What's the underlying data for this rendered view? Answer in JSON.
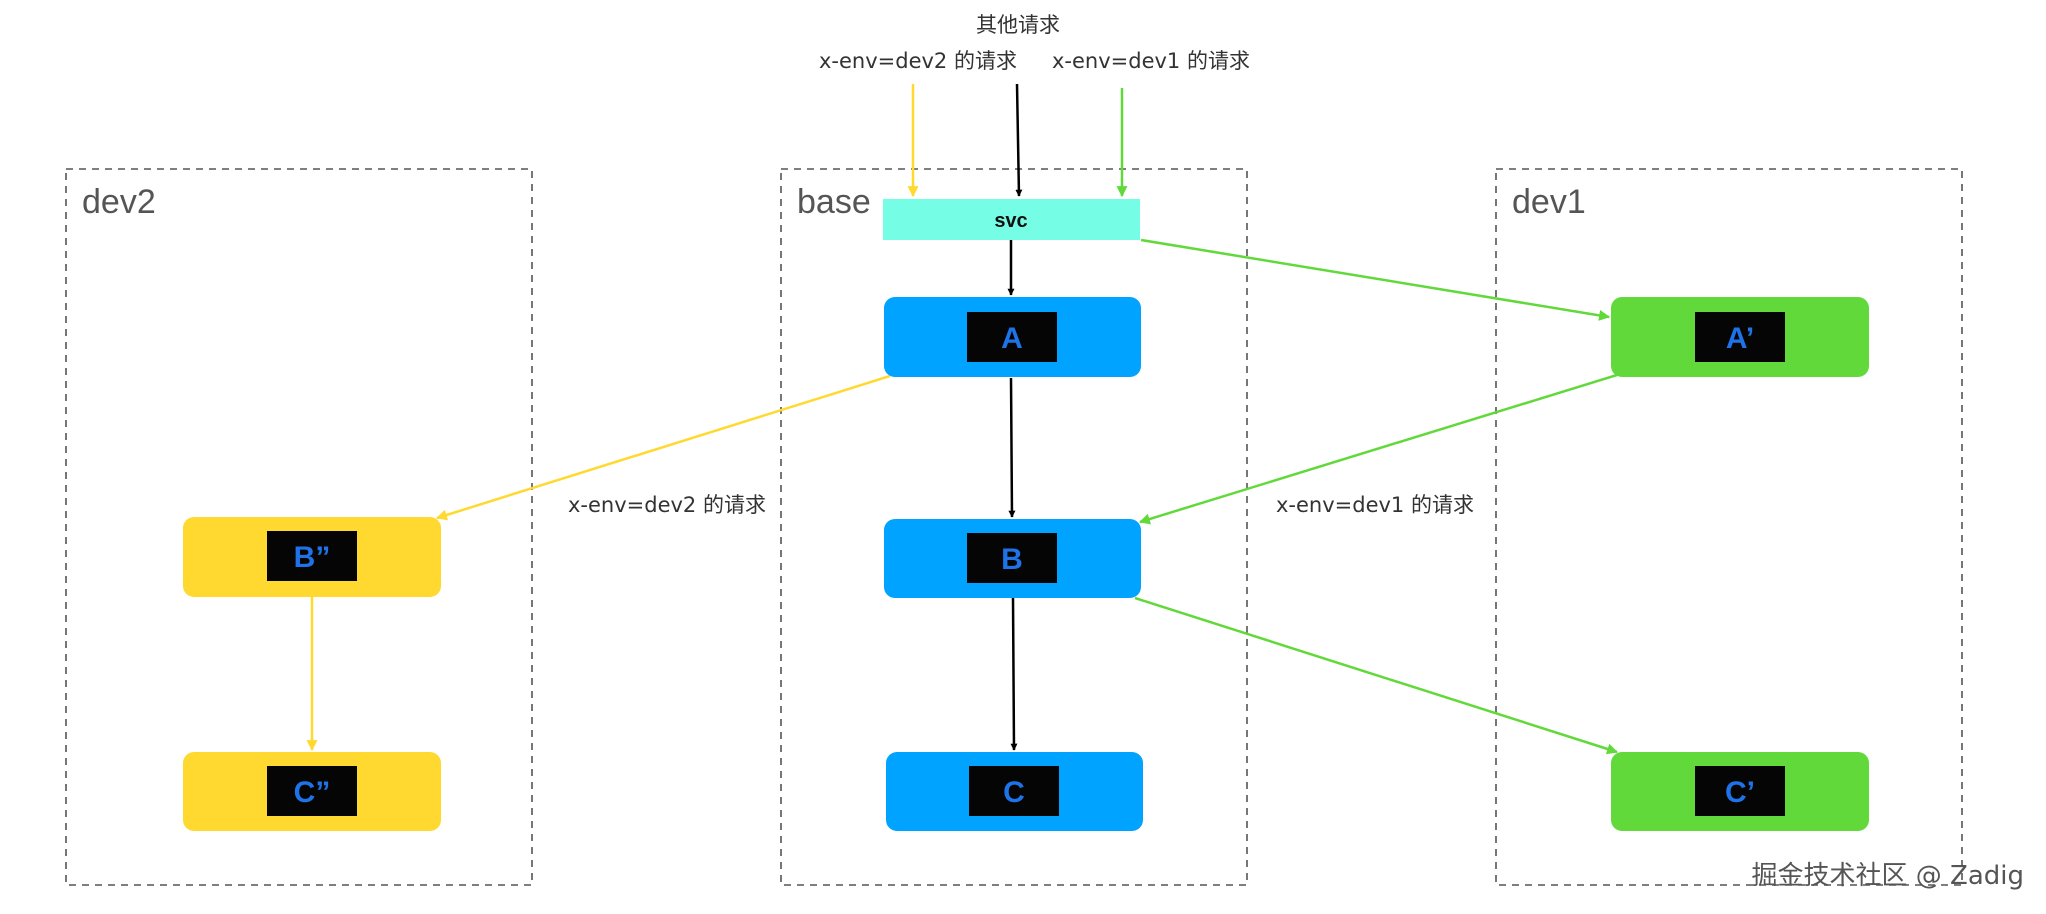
{
  "colors": {
    "base": "#00A3FF",
    "dev1": "#62D93B",
    "dev2": "#FFD92F",
    "svc": "#76FDE5",
    "inner": "#050505",
    "node_text": "#1E73E8",
    "black_arrow": "#000000",
    "green_arrow": "#62D93B",
    "yellow_arrow": "#FFD92F"
  },
  "environments": {
    "dev2": "dev2",
    "base": "base",
    "dev1": "dev1"
  },
  "requests": {
    "top_other": "其他请求",
    "top_dev2": "x-env=dev2 的请求",
    "top_dev1": "x-env=dev1 的请求",
    "mid_dev2": "x-env=dev2 的请求",
    "mid_dev1": "x-env=dev1 的请求"
  },
  "nodes": {
    "svc": "svc",
    "a": "A",
    "b": "B",
    "c": "C",
    "a_prime": "A’",
    "c_prime": "C’",
    "b_dprime": "B”",
    "c_dprime": "C”"
  },
  "watermark": "掘金技术社区 @ Zadig"
}
